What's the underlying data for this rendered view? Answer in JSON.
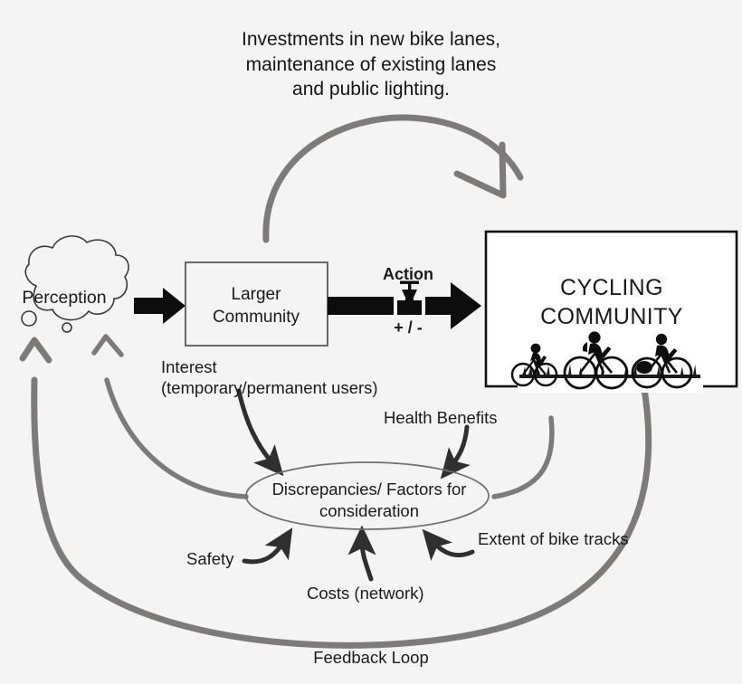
{
  "diagram": {
    "title": "Investments in new bike lanes,\nmaintenance of existing lanes\nand public lighting.",
    "background_color": "#f4f4f4",
    "gray_accent": "#7d7a7a",
    "dark_accent": "#2b2b2b",
    "outline_color": "#595959"
  },
  "nodes": {
    "perception": {
      "label": "Perception",
      "shape": "cloud"
    },
    "larger_community": {
      "label": "Larger\nCommunity",
      "shape": "rectangle"
    },
    "cycling_community": {
      "label": "CYCLING\nCOMMUNITY",
      "shape": "rectangle",
      "image": "three-cyclists-silhouette"
    },
    "discrepancies": {
      "label": "Discrepancies/ Factors for\nconsideration",
      "shape": "ellipse"
    }
  },
  "flow": {
    "action_label": "Action",
    "action_polarity": "+ / -",
    "valve_icon": "valve-icon"
  },
  "edge_labels": {
    "interest": "Interest\n(temporary/permanent users)",
    "health_benefits": "Health Benefits",
    "safety": "Safety",
    "costs": "Costs (network)",
    "extent_of_bike_tracks": "Extent of bike tracks",
    "feedback_loop": "Feedback Loop"
  }
}
